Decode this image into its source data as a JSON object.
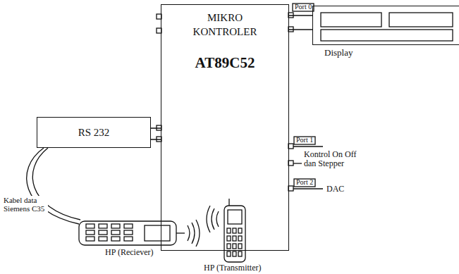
{
  "diagram": {
    "nodes": [
      {
        "text": [
          "MIKRO KONTROLER",
          "AT89C52"
        ]
      },
      {
        "text": [
          "Display"
        ]
      },
      {
        "text": [
          "RS 232"
        ]
      }
    ],
    "edges": [
      {
        "from": 0,
        "to": 1,
        "arrow": "none"
      },
      {
        "from": 2,
        "to": 0,
        "arrow": "none"
      }
    ],
    "labels": [
      "Port 0",
      "Port 1",
      "Kontrol On Off dan Stepper",
      "Port 2",
      "DAC",
      "Kabel data Siemens C35",
      "HP (Reciever)",
      "HP (Transmitter)"
    ]
  }
}
